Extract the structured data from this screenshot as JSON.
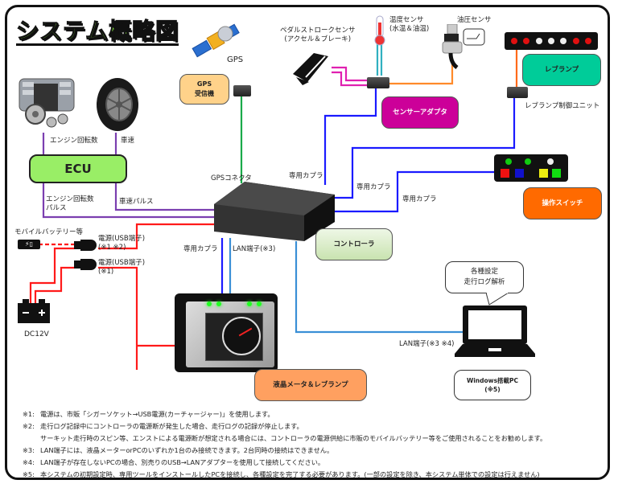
{
  "title": "システム概略図",
  "colors": {
    "ecu": "#99ee66",
    "gps_receiver": "#ffd28a",
    "sensor_adapter": "#cc0099",
    "rev_lamp": "#00cc99",
    "switch": "#ff6a00",
    "controller": "#d5ecc0",
    "meter": "#ffa060",
    "wire_purple": "#7b3fb0",
    "wire_red": "#ff1a1a",
    "wire_blue": "#1a1aff",
    "wire_lightblue": "#3a8fd6",
    "wire_green": "#1aaa4a",
    "wire_pink": "#e020b0",
    "wire_cyan": "#30b0c0",
    "wire_orange": "#ff8a2a"
  },
  "devices": {
    "gps": "GPS",
    "gps_receiver": [
      "GPS",
      "受信機"
    ],
    "pedal_sensor": [
      "ペダルストロークセンサ",
      "(アクセル＆ブレーキ)"
    ],
    "temp_sensor": [
      "温度センサ",
      "(水温＆油温)"
    ],
    "oil_sensor": "油圧センサ",
    "rev_lamp": "レブランプ",
    "rev_lamp_unit": "レブランプ制御ユニット",
    "sensor_adapter": "センサーアダプタ",
    "ecu": "ECU",
    "controller": "コントローラ",
    "switch": "操作スイッチ",
    "meter": "液晶メータ＆レブランプ",
    "pc": [
      "Windows搭載PC",
      "(※5)"
    ],
    "pc_bubble": [
      "各種設定",
      "走行ログ解析"
    ],
    "mobile_battery": "モバイルバッテリー等",
    "dc12v": "DC12V"
  },
  "labels": {
    "engine_rpm": "エンジン回転数",
    "vehicle_speed": "車速",
    "engine_rpm_pulse": [
      "エンジン回転数",
      "パルス"
    ],
    "speed_pulse": "車速パルス",
    "gps_connector": "GPSコネクタ",
    "coupler": "専用カプラ",
    "usb_power_1": [
      "電源(USB端子)",
      "(※1 ※2)"
    ],
    "usb_power_2": [
      "電源(USB端子)",
      "(※1)"
    ],
    "lan_3": "LAN端子(※3)",
    "lan_34": "LAN端子(※3 ※4)"
  },
  "notes": [
    {
      "key": "※1:",
      "text": "電源は、市販「シガーソケット→USB電源(カーチャージャー)」を使用します。"
    },
    {
      "key": "※2:",
      "text": "走行ログ記録中にコントローラの電源断が発生した場合、走行ログの記録が停止します。"
    },
    {
      "key": "",
      "text": "サーキット走行時のスピン等、エンストによる電源断が想定される場合には、コントローラの電源供給に市販のモバイルバッテリー等をご使用されることをお勧めします。"
    },
    {
      "key": "※3:",
      "text": "LAN端子には、液晶メーターorPCのいずれか1台のみ接続できます。2台同時の接続はできません。"
    },
    {
      "key": "※4:",
      "text": "LAN端子が存在しないPCの場合、別売りのUSB→LANアダプターを使用して接続してください。"
    },
    {
      "key": "※5:",
      "text": "本システムの初期設定時、専用ツールをインストールしたPCを接続し、各種設定を完了する必要があります。(一部の設定を除き、本システム単体での設定は行えません)"
    }
  ]
}
